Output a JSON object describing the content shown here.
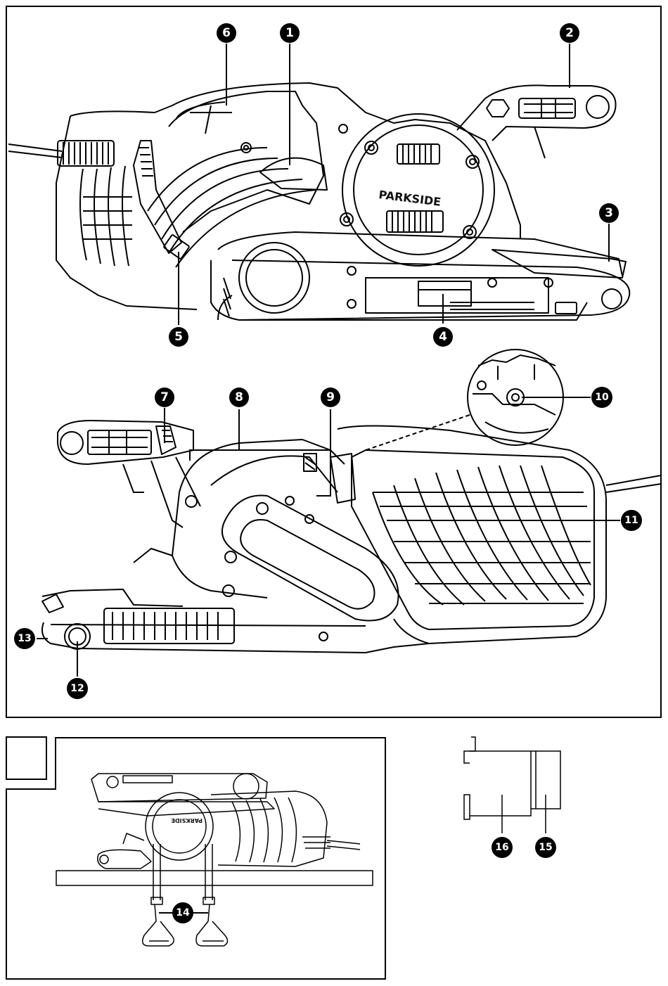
{
  "brand": "PARKSIDE",
  "callouts": {
    "c1": "1",
    "c2": "2",
    "c3": "3",
    "c4": "4",
    "c5": "5",
    "c6": "6",
    "c7": "7",
    "c8": "8",
    "c9": "9",
    "c10": "10",
    "c11": "11",
    "c12": "12",
    "c13": "13",
    "c14": "14",
    "c15": "15",
    "c16": "16"
  },
  "inset_label": ""
}
